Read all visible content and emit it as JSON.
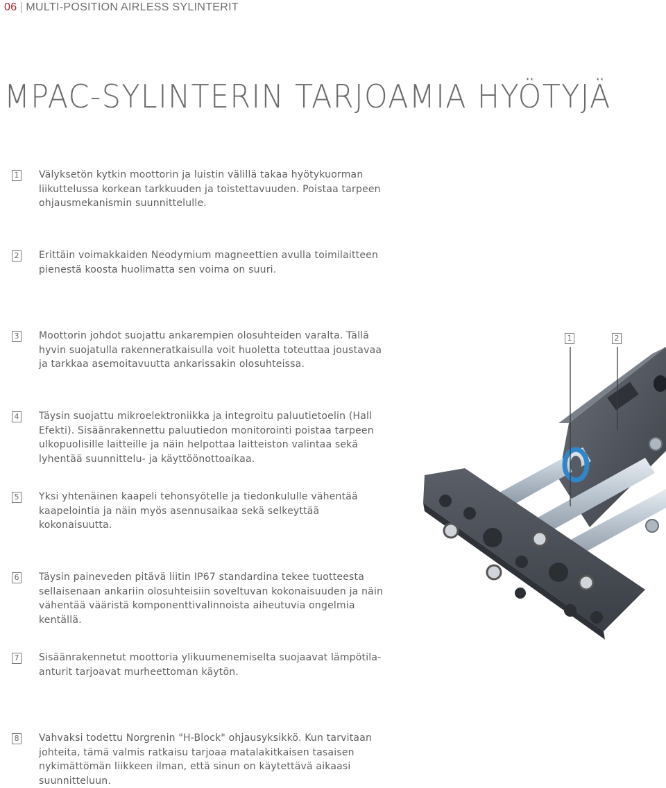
{
  "header": {
    "page_number": "06",
    "section_title": "MULTI-POSITION AIRLESS SYLINTERIT"
  },
  "title": "MPAC-SYLINTERIN TARJOAMIA HYÖTYJÄ",
  "benefits": [
    {
      "number": "1",
      "text": "Välyksetön kytkin moottorin ja luistin välillä takaa hyötykuorman liikuttelussa korkean tarkkuuden ja toistettavuuden. Poistaa tarpeen ohjausmekanismin suunnittelulle."
    },
    {
      "number": "2",
      "text": "Erittäin voimakkaiden Neodymium magneettien avulla toimilaitteen pienestä koosta huolimatta sen voima on suuri."
    },
    {
      "number": "3",
      "text": "Moottorin johdot suojattu ankarempien olosuhteiden varalta. Tällä hyvin suojatulla rakenneratkaisulla voit huoletta toteuttaa joustavaa ja tarkkaa asemoitavuutta ankarissakin olosuhteissa."
    },
    {
      "number": "4",
      "text": "Täysin suojattu mikroelektroniikka ja integroitu paluutietoelin (Hall Efekti). Sisäänrakennettu paluutiedon monitorointi poistaa tarpeen ulkopuolisille laitteille ja näin helpottaa laitteiston valintaa sekä lyhentää suunnittelu- ja käyttöönottoaikaa."
    },
    {
      "number": "5",
      "text": "Yksi yhtenäinen kaapeli tehonsyötelle ja tiedonkululle vähentää kaapelointia ja näin myös asennusaikaa sekä selkeyttää kokonaisuutta."
    },
    {
      "number": "6",
      "text": "Täysin paineveden pitävä liitin IP67 standardina tekee tuotteesta sellaisenaan ankariin olosuhteisiin soveltuvan kokonaisuuden ja näin vähentää vääristä komponenttivalinnoista aiheutuvia ongelmia kentällä."
    },
    {
      "number": "7",
      "text": "Sisäänrakennetut moottoria ylikuumenemiselta suojaavat lämpötila-anturit tarjoavat murheettoman käytön."
    },
    {
      "number": "8",
      "text": "Vahvaksi todettu Norgrenin \"H-Block\" ohjausyksikkö. Kun tarvitaan johteita, tämä valmis ratkaisu tarjoaa matalakitkaisen tasaisen nykimättömän liikkeen ilman, että sinun on käytettävä aikaasi suunnitteluun."
    }
  ],
  "figure": {
    "callouts": [
      "1",
      "2"
    ],
    "colors": {
      "body": "#4b5058",
      "rod": "#b9c4cf",
      "seal": "#2f86c9"
    }
  }
}
